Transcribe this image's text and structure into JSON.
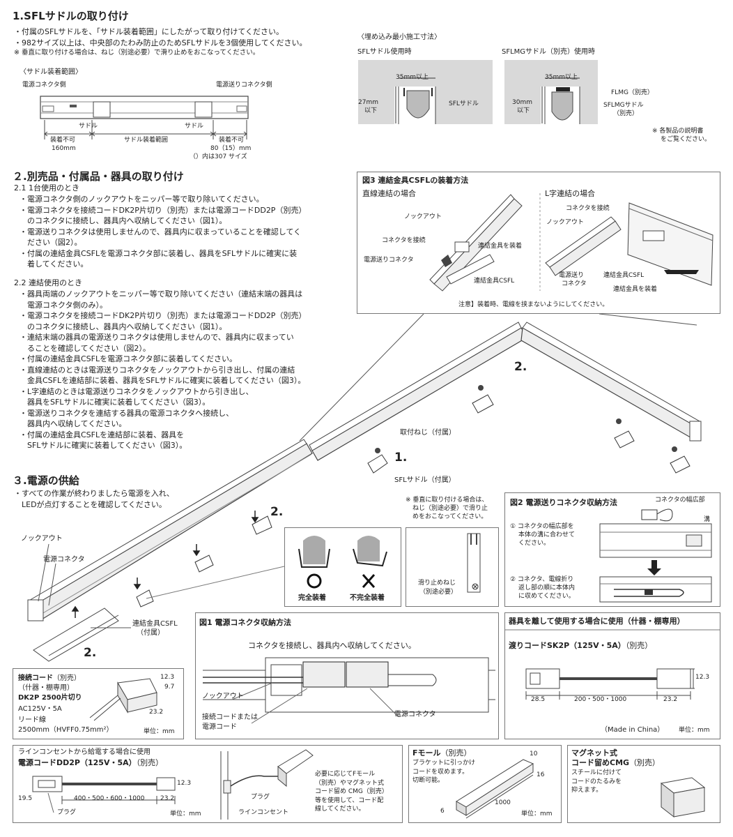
{
  "s1": {
    "title": "1.SFLサドルの取り付け",
    "lines": [
      "・付属のSFLサドルを、「サドル装着範囲」にしたがって取り付けてください。",
      "・982サイズ以上は、中央部のたわみ防止のためSFLサドルを3個使用してください。",
      "※ 垂直に取り付ける場合は、ねじ（別途必要）で滑り止めをおこなってください。"
    ],
    "range_caption": "〈サドル装着範囲〉",
    "left_label": "電源コネクタ側",
    "right_label": "電源送りコネクタ側",
    "saddle1": "サドル",
    "saddle2": "サドル",
    "dim_left_1": "装着不可",
    "dim_left_2": "160mm",
    "dim_mid": "サドル装着範囲",
    "dim_right_1": "装着不可",
    "dim_right_2": "80（15）mm",
    "dim_right_3": "（）内は307 サイズ"
  },
  "embed": {
    "title": "〈埋め込み最小施工寸法〉",
    "a_title": "SFLサドル使用時",
    "a_width": "35mm以上",
    "a_depth_1": "27mm",
    "a_depth_2": "以下",
    "a_part": "SFLサドル",
    "b_title": "SFLMGサドル（別売）使用時",
    "b_width": "35mm以上",
    "b_depth_1": "30mm",
    "b_depth_2": "以下",
    "b_part1": "FLMG（別売）",
    "b_part2": "SFLMGサドル",
    "b_part3": "（別売）",
    "note_1": "※ 各製品の説明書",
    "note_2": "をご覧ください。"
  },
  "s2": {
    "title": "２.別売品・付属品・器具の取り付け",
    "sub1": "2.1 1台使用のとき",
    "sub1_lines": [
      "・電源コネクタ側のノックアウトをニッパー等で取り除いてください。",
      "・電源コネクタを接続コードDK2P片切り（別売）または電源コードDD2P（別売）",
      "　のコネクタに接続し、器具内へ収納してください（図1）。",
      "・電源送りコネクタは使用しませんので、器具内に収まっていることを確認してく",
      "　ださい（図2）。",
      "・付属の連結金具CSFLを電源コネクタ部に装着し、器具をSFLサドルに確実に装",
      "　着してください。"
    ],
    "sub2": "2.2 連結使用のとき",
    "sub2_lines": [
      "・器具両端のノックアウトをニッパー等で取り除いてください（連結末端の器具は",
      "　電源コネクタ側のみ）。",
      "・電源コネクタを接続コードDK2P片切り（別売）または電源コードDD2P（別売）",
      "　のコネクタに接続し、器具内へ収納してください（図1）。",
      "・連結末端の器具の電源送りコネクタは使用しませんので、器具内に収まってい",
      "　ることを確認してください（図2）。",
      "・付属の連結金具CSFLを電源コネクタ部に装着してください。",
      "・直線連結のときは電源送りコネクタをノックアウトから引き出し、付属の連結",
      "　金具CSFLを連結部に装着、器具をSFLサドルに確実に装着してください（図3）。",
      "・L字連結のときは電源送りコネクタをノックアウトから引き出し、",
      "　器具をSFLサドルに確実に装着してください（図3）。",
      "・電源送りコネクタを連結する器具の電源コネクタへ接続し、",
      "　器具内へ収納してください。",
      "・付属の連結金具CSFLを連結部に装着、器具を",
      "　SFLサドルに確実に装着してください（図3）。"
    ]
  },
  "s3": {
    "title": "３.電源の供給",
    "lines": [
      "・すべての作業が終わりましたら電源を入れ、",
      "　LEDが点灯することを確認してください。"
    ]
  },
  "fig3": {
    "title": "図3 連結金具CSFLの装着方法",
    "straight": "直線連結の場合",
    "l_shape": "L字連結の場合",
    "knockout": "ノックアウト",
    "connect": "コネクタを接続",
    "attach": "連結金具を装着",
    "feed": "電源送りコネクタ",
    "csfl": "連結金具CSFL",
    "l_connect": "コネクタを接続",
    "l_knockout": "ノックアウト",
    "l_feed_1": "電源送り",
    "l_feed_2": "コネクタ",
    "l_csfl": "連結金具CSFL",
    "l_attach": "連結金具を装着",
    "note": "注意】装着時、電線を挟まないようにしてください。"
  },
  "main": {
    "step2a": "2.",
    "step2b": "2.",
    "step2c": "2.",
    "step1": "1.",
    "screw": "取付ねじ（付属）",
    "saddle": "SFLサドル（付属）",
    "knockout": "ノックアウト",
    "power_conn": "電源コネクタ",
    "csfl_1": "連結金具CSFL",
    "csfl_2": "（付属）",
    "ok": "完全装着",
    "ng": "不完全装着",
    "vert_note_1": "※ 垂直に取り付ける場合は、",
    "vert_note_2": "ねじ（別途必要）で滑り止",
    "vert_note_3": "めをおこなってください。",
    "stop_screw_1": "滑り止めねじ",
    "stop_screw_2": "（別途必要）"
  },
  "fig2": {
    "title": "図2 電源送りコネクタ収納方法",
    "wide": "コネクタの幅広部",
    "groove": "溝",
    "step1_1": "① コネクタの幅広部を",
    "step1_2": "本体の溝に合わせて",
    "step1_3": "ください。",
    "step2_1": "② コネクタ、電線折り",
    "step2_2": "返し部の順に本体内",
    "step2_3": "に収めてください。"
  },
  "dk2p": {
    "title_1": "接続コード",
    "title_1b": "（別売）",
    "title_2": "（什器・棚専用）",
    "title_3": "DK2P 2500片切り",
    "spec1": "AC125V・5A",
    "spec2": "リード線",
    "spec3": "2500mm（HVFF0.75mm²）",
    "d1": "12.3",
    "d2": "9.7",
    "d3": "23.2",
    "unit": "単位：mm"
  },
  "fig1": {
    "title": "図1 電源コネクタ収納方法",
    "caption": "コネクタを接続し、器具内へ収納してください。",
    "knockout": "ノックアウト",
    "cord_1": "接続コードまたは",
    "cord_2": "電源コード",
    "power_conn": "電源コネクタ"
  },
  "sk2p": {
    "header": "器具を離して使用する場合に使用（什器・棚専用）",
    "title": "渡りコードSK2P（125V・5A）",
    "title_b": "（別売）",
    "d1": "12.3",
    "d2": "28.5",
    "d3": "200・500・1000",
    "d4": "23.2",
    "made": "（Made in China）",
    "unit": "単位：mm"
  },
  "dd2p": {
    "header": "ラインコンセントから給電する場合に使用",
    "title": "電源コードDD2P（125V・5A）",
    "title_b": "（別売）",
    "d1": "12.3",
    "d2": "19.5",
    "d3": "400・500・600・1000",
    "d4": "23.2",
    "plug": "プラグ",
    "plug2": "プラグ",
    "outlet": "ラインコンセント",
    "unit": "単位：mm",
    "note": [
      "必要に応じてFモール",
      "（別売）やマグネット式",
      "コード留め CMG（別売）",
      "等を使用して、コード配",
      "線してください。"
    ]
  },
  "fmall": {
    "title": "Fモール",
    "title_b": "（別売）",
    "lines": [
      "ブラケットに引っかけ",
      "コードを収めます。",
      "切断可能。"
    ],
    "d1": "10",
    "d2": "16",
    "d3": "1000",
    "d4": "6",
    "unit": "単位：mm"
  },
  "cmg": {
    "title_1": "マグネット式",
    "title_2": "コード留めCMG",
    "title_b": "（別売）",
    "lines": [
      "スチールに付けて",
      "コードのたるみを",
      "抑えます。"
    ]
  }
}
